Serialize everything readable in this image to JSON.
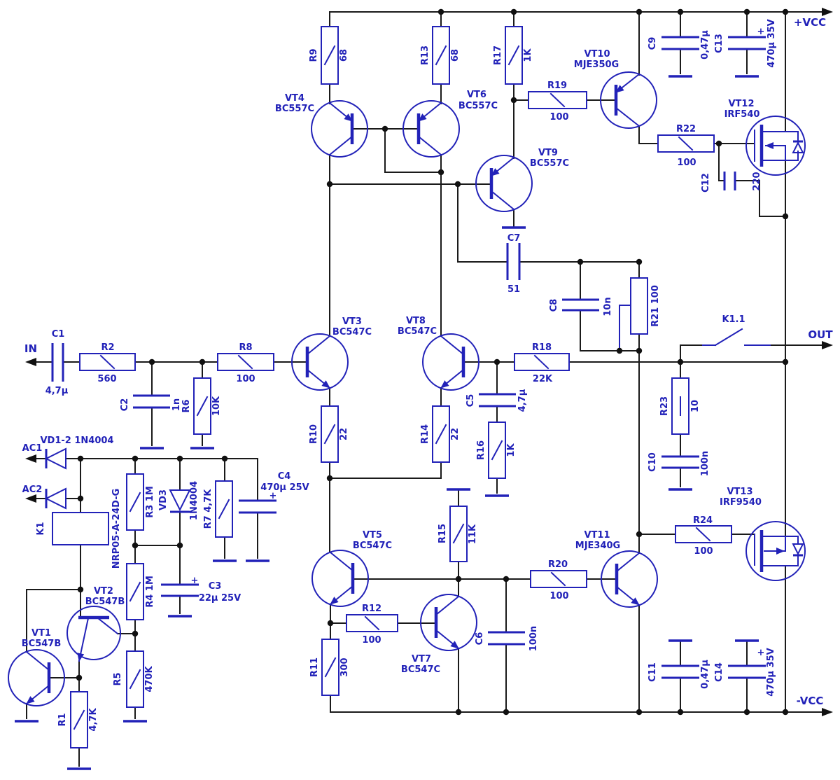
{
  "power": {
    "pos": "+VCC",
    "neg": "-VCC"
  },
  "ports": {
    "in": "IN",
    "out": "OUT",
    "ac1": "AC1",
    "ac2": "AC2"
  },
  "relay": {
    "ref": "K1",
    "part": "NRP05-A-24D-G",
    "contact": "K1.1"
  },
  "diodes": {
    "vd12": {
      "label": "VD1-2 1N4004"
    },
    "vd3": {
      "ref": "VD3",
      "part": "1N4004"
    }
  },
  "transistors": {
    "vt1": {
      "ref": "VT1",
      "part": "BC547B"
    },
    "vt2": {
      "ref": "VT2",
      "part": "BC547B"
    },
    "vt3": {
      "ref": "VT3",
      "part": "BC547C"
    },
    "vt4": {
      "ref": "VT4",
      "part": "BC557C"
    },
    "vt5": {
      "ref": "VT5",
      "part": "BC547C"
    },
    "vt6": {
      "ref": "VT6",
      "part": "BC557C"
    },
    "vt7": {
      "ref": "VT7",
      "part": "BC547C"
    },
    "vt8": {
      "ref": "VT8",
      "part": "BC547C"
    },
    "vt9": {
      "ref": "VT9",
      "part": "BC557C"
    },
    "vt10": {
      "ref": "VT10",
      "part": "MJE350G"
    },
    "vt11": {
      "ref": "VT11",
      "part": "MJE340G"
    },
    "vt12": {
      "ref": "VT12",
      "part": "IRF540"
    },
    "vt13": {
      "ref": "VT13",
      "part": "IRF9540"
    }
  },
  "resistors": {
    "r1": {
      "ref": "R1",
      "value": "4,7K"
    },
    "r2": {
      "ref": "R2",
      "value": "560"
    },
    "r3": {
      "label": "R3 1M"
    },
    "r4": {
      "label": "R4 1M"
    },
    "r5": {
      "ref": "R5",
      "value": "470K"
    },
    "r6": {
      "ref": "R6",
      "value": "10K"
    },
    "r7": {
      "label": "R7 4,7K"
    },
    "r8": {
      "ref": "R8",
      "value": "100"
    },
    "r9": {
      "ref": "R9",
      "value": "68"
    },
    "r10": {
      "ref": "R10",
      "value": "22"
    },
    "r11": {
      "ref": "R11",
      "value": "300"
    },
    "r12": {
      "ref": "R12",
      "value": "100"
    },
    "r13": {
      "ref": "R13",
      "value": "68"
    },
    "r14": {
      "ref": "R14",
      "value": "22"
    },
    "r15": {
      "ref": "R15",
      "value": "11K"
    },
    "r16": {
      "ref": "R16",
      "value": "1K"
    },
    "r17": {
      "ref": "R17",
      "value": "1K"
    },
    "r18": {
      "ref": "R18",
      "value": "22K"
    },
    "r19": {
      "ref": "R19",
      "value": "100"
    },
    "r20": {
      "ref": "R20",
      "value": "100"
    },
    "r21": {
      "label": "R21 100"
    },
    "r22": {
      "ref": "R22",
      "value": "100"
    },
    "r23": {
      "ref": "R23",
      "value": "10"
    },
    "r24": {
      "ref": "R24",
      "value": "100"
    }
  },
  "capacitors": {
    "c1": {
      "ref": "C1",
      "value": "4,7µ"
    },
    "c2": {
      "ref": "C2",
      "value": "1n"
    },
    "c3": {
      "ref": "C3",
      "value": "22µ 25V",
      "plus": "+"
    },
    "c4": {
      "ref": "C4",
      "value": "470µ 25V",
      "plus": "+"
    },
    "c5": {
      "ref": "C5",
      "value": "4,7µ"
    },
    "c6": {
      "ref": "C6",
      "value": "100n"
    },
    "c7": {
      "ref": "C7",
      "value": "51"
    },
    "c8": {
      "ref": "C8",
      "value": "10n"
    },
    "c9": {
      "ref": "C9",
      "value": "0,47µ"
    },
    "c10": {
      "ref": "C10",
      "value": "100n"
    },
    "c11": {
      "ref": "C11",
      "value": "0,47µ"
    },
    "c12": {
      "ref": "C12",
      "value": "220"
    },
    "c13": {
      "ref": "C13",
      "value": "470µ 35V",
      "plus": "+"
    },
    "c14": {
      "ref": "C14",
      "value": "470µ 35V",
      "plus": "+"
    }
  },
  "colors": {
    "wire": "#1a1a1a",
    "component": "#2222b8",
    "background": "#ffffff"
  }
}
